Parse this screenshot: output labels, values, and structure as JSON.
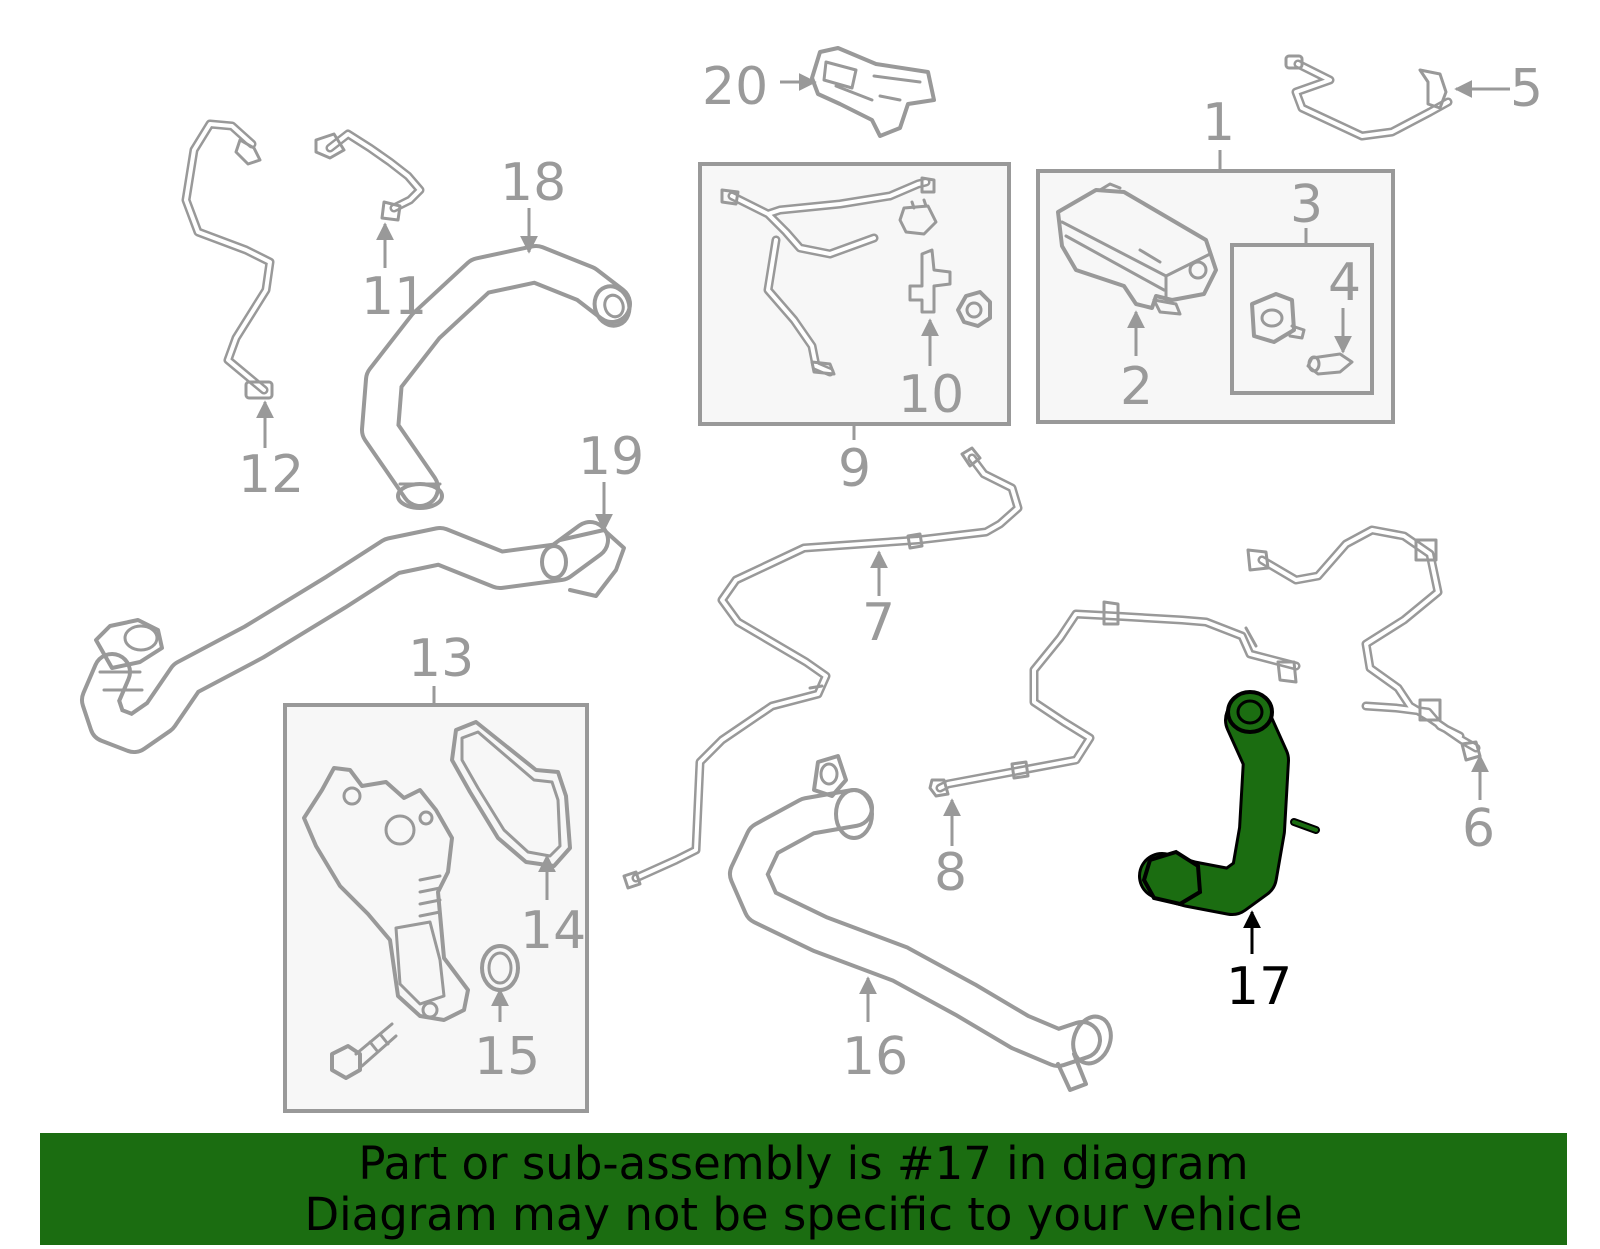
{
  "highlight_color": "#1b6d11",
  "highlighted_part": "17",
  "callouts": {
    "c1": "1",
    "c2": "2",
    "c3": "3",
    "c4": "4",
    "c5": "5",
    "c6": "6",
    "c7": "7",
    "c8": "8",
    "c9": "9",
    "c10": "10",
    "c11": "11",
    "c12": "12",
    "c13": "13",
    "c14": "14",
    "c15": "15",
    "c16": "16",
    "c17": "17",
    "c18": "18",
    "c19": "19",
    "c20": "20"
  },
  "banner": {
    "line1": "Part or sub-assembly is #17 in diagram",
    "line2": "Diagram may not be specific to your vehicle"
  }
}
